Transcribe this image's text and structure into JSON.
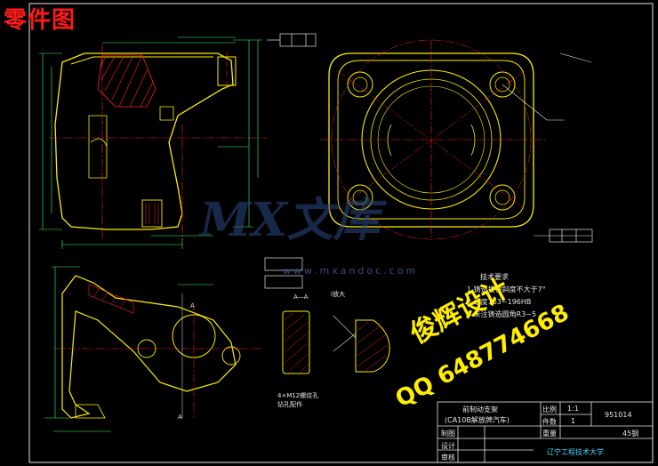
{
  "header": {
    "title": "零件图"
  },
  "watermark": {
    "logo_text": "MX文库",
    "url": "www.mxandoc.com",
    "designer": "俊辉设计",
    "qq": "QQ 648774668"
  },
  "tech_requirements": {
    "title": "技术要求",
    "items": [
      "1.铸造拔模斜度不大于7°",
      "2.硬度163~196HB",
      "3.未注铸造圆角R3~5"
    ]
  },
  "views": {
    "section_aa": "A—A",
    "detail_label": "I放大",
    "section_mark": "A"
  },
  "hole_note": [
    "4×M12螺纹孔",
    "钻孔配作"
  ],
  "title_block": {
    "part_name": "前制动支架",
    "vehicle": "(CA10B解放牌汽车)",
    "scale_label": "比例",
    "scale_value": "1:1",
    "qty_label": "件数",
    "qty_value": "1",
    "weight_label": "重量",
    "material": "45钢",
    "drawing_no": "951014",
    "drawn_label": "制图",
    "design_label": "设计",
    "check_label": "审核",
    "school": "辽宁工程技术大学"
  }
}
